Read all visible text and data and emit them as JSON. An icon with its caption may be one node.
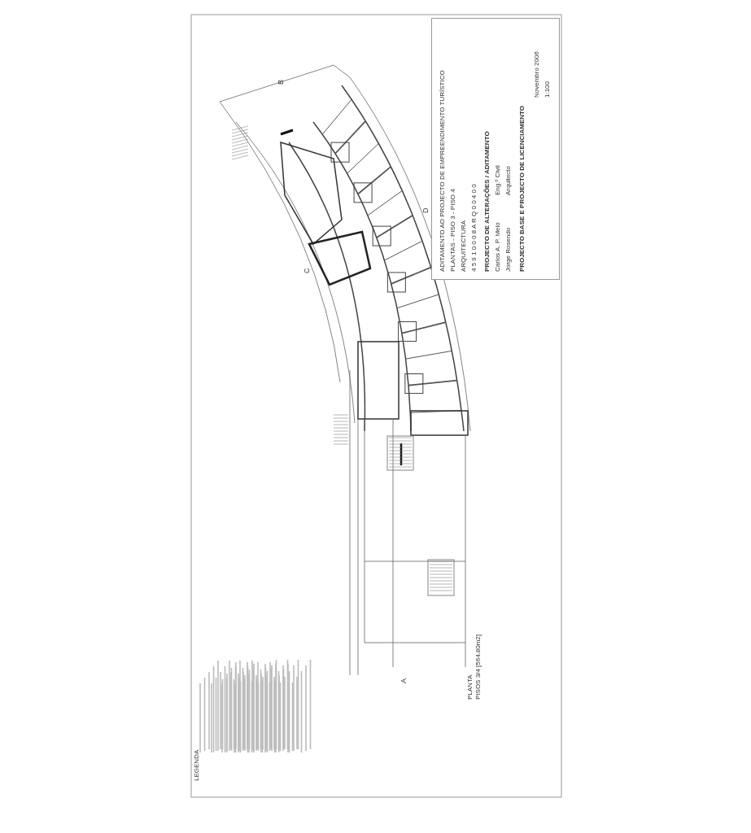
{
  "diagram": {
    "labels": [
      "ADITAMENTO AO PROJECTO DE EMPREENDIMENTO TURÍSTICO",
      "PLANTAS - PISO 3 - PISO 4",
      "ARQUITECTURA",
      "PROJECTO DE ALTERAÇÕES / ADITAMENTO",
      "Carlos A. P. Melo",
      "Eng.º Civil",
      "Jorge Rosendo",
      "Arquitecto",
      "PROJECTO BASE E PROJECTO DE LICENCIAMENTO",
      "Novembro 2006",
      "1:100",
      "4 5 9 1 0 0 0 8 A R Q 0 0 4 0 0",
      "LEGENDA",
      "PLANTA",
      "PISOS 3/4 [564.80m2]",
      "B",
      "C",
      "D",
      "A"
    ]
  }
}
